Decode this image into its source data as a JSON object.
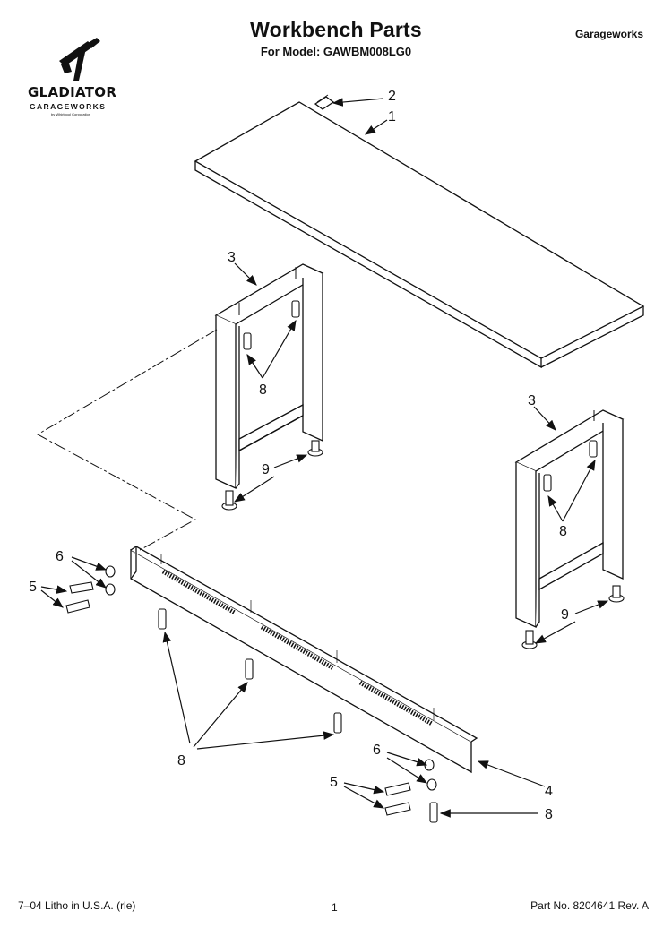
{
  "header": {
    "title": "Workbench Parts",
    "subtitle": "For Model: GAWBM008LG0",
    "brand_right": "Garageworks"
  },
  "logo": {
    "name": "GLADIATOR",
    "sub": "GARAGEWORKS",
    "tiny": "by Whirlpool Corporation"
  },
  "callouts": {
    "top_cover": "2",
    "worktop": "1",
    "left_leg": "3",
    "right_leg": "3",
    "left_bolts": "8",
    "right_bolts": "8",
    "left_feet": "9",
    "right_feet": "9",
    "washers_left": "6",
    "screws_left": "5",
    "rail": "4",
    "rail_bolts": "8",
    "washers_right": "6",
    "screws_right": "5",
    "bottom_bolt": "8"
  },
  "footer": {
    "left": "7–04 Litho in U.S.A. (rle)",
    "center": "1",
    "right": "Part No. 8204641 Rev. A"
  }
}
